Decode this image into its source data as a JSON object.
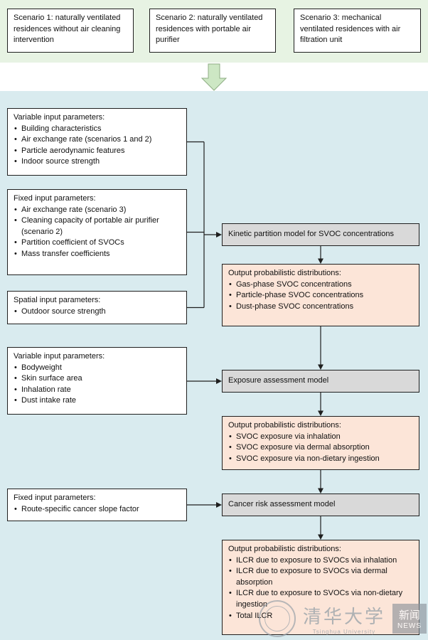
{
  "colors": {
    "top_band": "#e7f3e3",
    "main_band": "#d9ebef",
    "model_box_fill": "#d9d9d9",
    "output_box_fill": "#fce5d8",
    "arrow_fill": "#cde7c4",
    "arrow_stroke": "#8fae85"
  },
  "scenarios": [
    "Scenario 1: naturally ventilated residences without air cleaning intervention",
    "Scenario 2: naturally ventilated residences with portable air purifier",
    "Scenario 3: mechanical ventilated residences with air filtration unit"
  ],
  "inputs": {
    "variable1": {
      "title": "Variable input parameters:",
      "items": [
        "Building characteristics",
        "Air exchange rate (scenarios 1 and 2)",
        "Particle aerodynamic features",
        "Indoor source strength"
      ]
    },
    "fixed1": {
      "title": "Fixed input parameters:",
      "items": [
        "Air exchange rate (scenario 3)",
        "Cleaning capacity of portable air purifier (scenario 2)",
        "Partition coefficient of SVOCs",
        "Mass transfer coefficients"
      ]
    },
    "spatial": {
      "title": "Spatial input parameters:",
      "items": [
        "Outdoor source strength"
      ]
    },
    "variable2": {
      "title": "Variable input parameters:",
      "items": [
        "Bodyweight",
        "Skin surface area",
        "Inhalation rate",
        "Dust intake rate"
      ]
    },
    "fixed2": {
      "title": "Fixed input parameters:",
      "items": [
        "Route-specific cancer slope factor"
      ]
    }
  },
  "models": {
    "kinetic": "Kinetic partition model for SVOC concentrations",
    "exposure": "Exposure assessment model",
    "cancer": "Cancer risk assessment model"
  },
  "outputs": {
    "concentrations": {
      "title": "Output probabilistic distributions:",
      "items": [
        "Gas-phase SVOC concentrations",
        "Particle-phase SVOC concentrations",
        "Dust-phase SVOC concentrations"
      ]
    },
    "exposures": {
      "title": "Output probabilistic distributions:",
      "items": [
        "SVOC exposure via inhalation",
        "SVOC exposure via dermal absorption",
        "SVOC exposure via non-dietary ingestion"
      ]
    },
    "risks": {
      "title": "Output probabilistic distributions:",
      "items": [
        "ILCR due to exposure to SVOCs via inhalation",
        "ILCR due to exposure to SVOCs via dermal absorption",
        "ILCR due to exposure to SVOCs via non-dietary ingestion",
        "Total ILCR"
      ]
    }
  },
  "watermark": {
    "university_cn": "清华大学",
    "university_en": "Tsinghua University",
    "news_cn": "新闻",
    "news_en": "NEWS"
  }
}
